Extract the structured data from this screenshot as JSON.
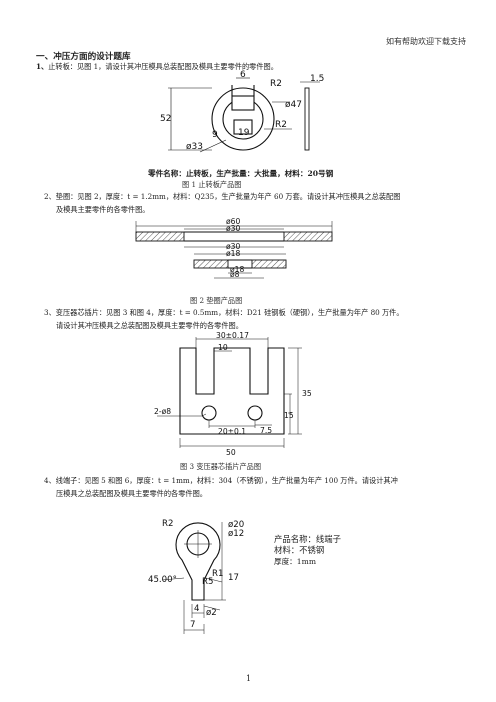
{
  "header": {
    "text": "如有帮助欢迎下载支持"
  },
  "section": {
    "title": "一、冲压方面的设计题库"
  },
  "items": [
    {
      "num": "1、",
      "text": "止转板：见图 1，请设计其冲压模具总装配图及模具主要零件的零件图。"
    },
    {
      "num": "2、",
      "line1": "垫圈：见图 2，厚度：t = 1.2mm，材料：Q235，生产批量为年产 60 万套。请设计其冲压模具之总装配图",
      "line2": "及模具主要零件的各零件图。"
    },
    {
      "num": "3、",
      "line1": "变压器芯插片：见图 3 和图 4，厚度：t = 0.5mm，材料：D21 硅钢板（硬钢），生产批量为年产 80 万件。",
      "line2": "请设计其冲压模具之总装配图及模具主要零件的各零件图。"
    },
    {
      "num": "4、",
      "line1": "线端子：见图 5 和图 6，厚度：t = 1mm，材料：304（不锈钢），生产批量为年产 100 万件。请设计其冲",
      "line2": "压模具之总装配图及模具主要零件的各零件图。"
    }
  ],
  "fig1": {
    "caption": "图 1  止转板产品图",
    "part_note": "零件名称：止转板，生产批量：大批量，材料：20号钢",
    "dims": {
      "d6": "6",
      "r2a": "R2",
      "d47": "ø47",
      "d52": "52",
      "r2b": "R2",
      "d19": "19",
      "d9": "9",
      "d33": "ø33",
      "d15": "1.5"
    }
  },
  "fig2": {
    "caption": "图 2  垫圈产品图",
    "dims": {
      "a": "ø60",
      "b": "ø30",
      "c": "ø30",
      "d": "ø18",
      "e": "ø18",
      "f": "ø8"
    }
  },
  "fig3": {
    "caption": "图 3 变压器芯插片产品图",
    "dims": {
      "top": "30±0.17",
      "slot": "10",
      "h35": "35",
      "h15": "15",
      "holes": "2-ø8",
      "span": "20±0.1",
      "off": "7.5",
      "w50": "50"
    }
  },
  "fig5": {
    "dims": {
      "r2": "R2",
      "d20": "ø20",
      "d12": "ø12",
      "ang": "45.00°",
      "r5": "R5",
      "r1": "R1",
      "h17": "17",
      "w4": "4",
      "d2": "ø2",
      "w7": "7"
    },
    "product": {
      "name": "产品名称：线端子",
      "material": "材料：不锈钢",
      "thickness": "厚度：1mm"
    }
  },
  "footer": {
    "page": "1"
  }
}
